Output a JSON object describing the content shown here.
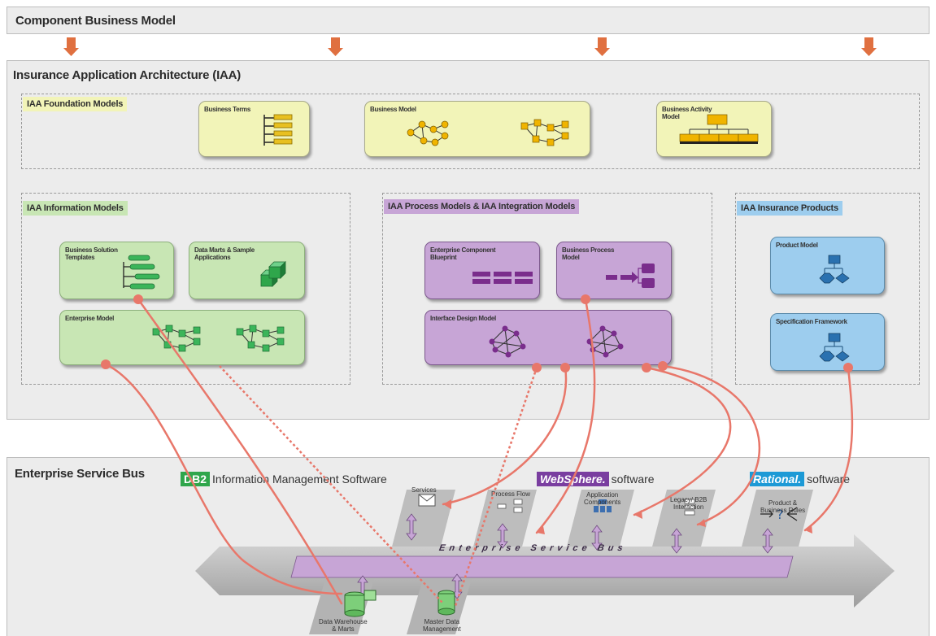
{
  "cbm": {
    "title": "Component Business Model"
  },
  "iaa": {
    "title": "Insurance Application Architecture (IAA)",
    "foundation": {
      "title": "IAA Foundation Models",
      "items": [
        "Business Terms",
        "Business Model",
        "Business Activity\nModel"
      ]
    },
    "information": {
      "title": "IAA Information Models",
      "items": [
        "Business Solution\nTemplates",
        "Data Marts & Sample\nApplications",
        "Enterprise Model"
      ]
    },
    "process": {
      "title": "IAA Process Models & IAA Integration Models",
      "items": [
        "Enterprise Component\nBlueprint",
        "Business Process\nModel",
        "Interface Design Model"
      ]
    },
    "products": {
      "title": "IAA Insurance Products",
      "items": [
        "Product Model",
        "Specification Framework"
      ]
    }
  },
  "esb": {
    "title": "Enterprise Service Bus",
    "db2": {
      "badge": "DB2",
      "label": "Information Management Software"
    },
    "websphere": {
      "badge": "WebSphere.",
      "label": "software"
    },
    "rational": {
      "badge": "Rational.",
      "label": "software"
    },
    "bus_label": "Enterprise Service Bus",
    "nodes": [
      "Services",
      "Process Flow",
      "Application\nComponents",
      "Legacy/ B2B\nInteraction",
      "Product &\nBusiness Rules"
    ],
    "stores": [
      "Data Warehouse\n& Marts",
      "Master Data\nManagement"
    ]
  },
  "colors": {
    "connector": "#e8776a",
    "arrow": "#e07040",
    "yellow": "#f2f4b8",
    "green": "#c8e6b4",
    "purple": "#c7a5d6",
    "blue": "#9dcdee"
  }
}
